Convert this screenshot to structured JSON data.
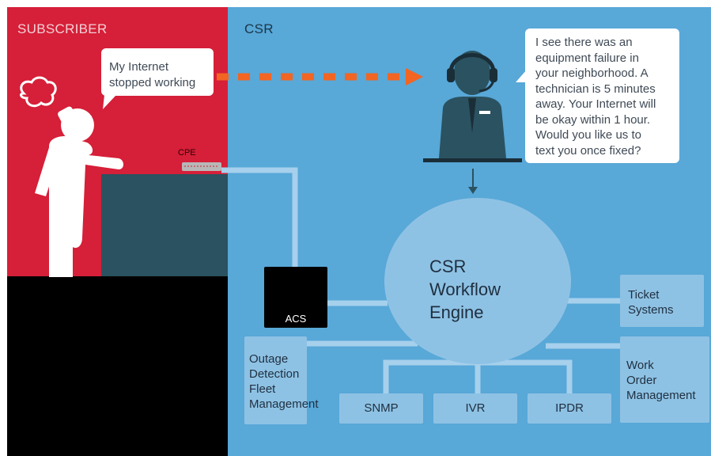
{
  "subscriber": {
    "label": "SUBSCRIBER",
    "speech": [
      "My Internet",
      "stopped working"
    ],
    "cpe_label": "CPE"
  },
  "csr": {
    "label": "CSR",
    "speech": [
      "I see there was an",
      "equipment failure in",
      "your neighborhood. A",
      "technician is 5 minutes",
      "away. Your Internet will",
      "be okay within 1 hour.",
      "Would you like us to",
      "text you once fixed?"
    ]
  },
  "engine": {
    "lines": [
      "CSR",
      "Workflow",
      "Engine"
    ]
  },
  "acs": {
    "label": "ACS"
  },
  "systems": {
    "ticket": [
      "Ticket",
      "Systems"
    ],
    "work_order": [
      "Work",
      "Order",
      "Management"
    ],
    "outage": [
      "Outage",
      "Detection",
      "Fleet",
      "Management"
    ],
    "snmp": "SNMP",
    "ivr": "IVR",
    "ipdr": "IPDR"
  },
  "colors": {
    "subscriber_red": "#d61f38",
    "csr_blue": "#58a8d8",
    "box_blue": "#8ec2e4",
    "connector": "#a6d0ec",
    "arrow_orange": "#f26522",
    "desk": "#2b5260",
    "agent": "#2b5260"
  }
}
